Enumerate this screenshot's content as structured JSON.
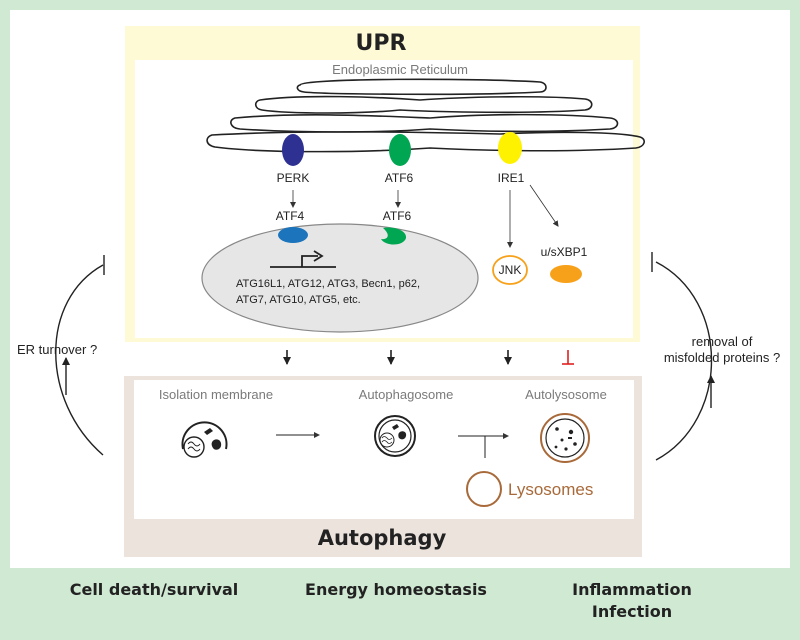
{
  "upr": {
    "title": "UPR",
    "er_label": "Endoplasmic Reticulum",
    "sensors": [
      {
        "name": "PERK",
        "color": "#2e3192"
      },
      {
        "name": "ATF6",
        "color": "#00a651"
      },
      {
        "name": "IRE1",
        "color": "#fff200"
      }
    ],
    "nucleus": {
      "factors": [
        "ATF4",
        "ATF6"
      ],
      "genes_line1": "ATG16L1, ATG12, ATG3, Becn1, p62,",
      "genes_line2": "ATG7, ATG10, ATG5, etc."
    },
    "ire1_targets": [
      "JNK",
      "u/sXBP1"
    ]
  },
  "autophagy": {
    "title": "Autophagy",
    "stages": [
      "Isolation membrane",
      "Autophagosome",
      "Autolysosome"
    ],
    "lysosomes_label": "Lysosomes"
  },
  "side_labels": {
    "left": "ER turnover ?",
    "right_line1": "removal of",
    "right_line2": "misfolded proteins ?"
  },
  "outcomes": [
    "Cell death/survival",
    "Energy homeostasis",
    "Inflammation",
    "Infection"
  ],
  "colors": {
    "border_green": "#cfe9d2",
    "upr_panel": "#fdfad5",
    "autophagy_panel": "#ece3dc",
    "lysosome": "#a86a3a",
    "jnk": "#f7a11a",
    "xbp1": "#f7a11a",
    "inhibit": "#e02020",
    "atf4_blob": "#1c75bc"
  }
}
